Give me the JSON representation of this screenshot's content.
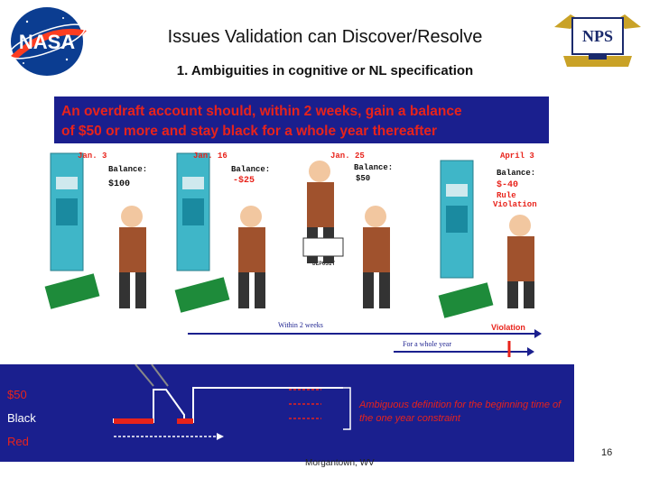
{
  "header": {
    "title": "Issues Validation can Discover/Resolve",
    "subtitle": "1.  Ambiguities in cognitive or NL specification",
    "nasa_logo_text": "NASA",
    "nps_logo_text": "NPS"
  },
  "requirement": {
    "line1": "An overdraft account should, within 2 weeks, gain a balance",
    "line2": "of $50 or more and stay black for a whole year thereafter"
  },
  "scene": {
    "dates": [
      "Jan. 3",
      "Jan. 16",
      "Jan. 25",
      "April 3"
    ],
    "balance_label": "Balance:",
    "balances": [
      "$100",
      "-$25",
      "$50",
      "$-40"
    ],
    "rule_violation_line1": "Rule",
    "rule_violation_line2": "Violation",
    "deposit_label": "DEPOSIT",
    "within_label": "Within 2 weeks",
    "violation_label": "Violation",
    "whole_year_label": "For a whole year"
  },
  "timeline": {
    "label_50": "$50",
    "label_black": "Black",
    "label_red": "Red",
    "ambiguity_note": "Ambiguous definition for the beginning time of the one year constraint"
  },
  "footer": {
    "location": "Morgantown, WV",
    "page_number": "16"
  },
  "colors": {
    "navy": "#1a1f8e",
    "red": "#e8231b",
    "white": "#ffffff"
  }
}
